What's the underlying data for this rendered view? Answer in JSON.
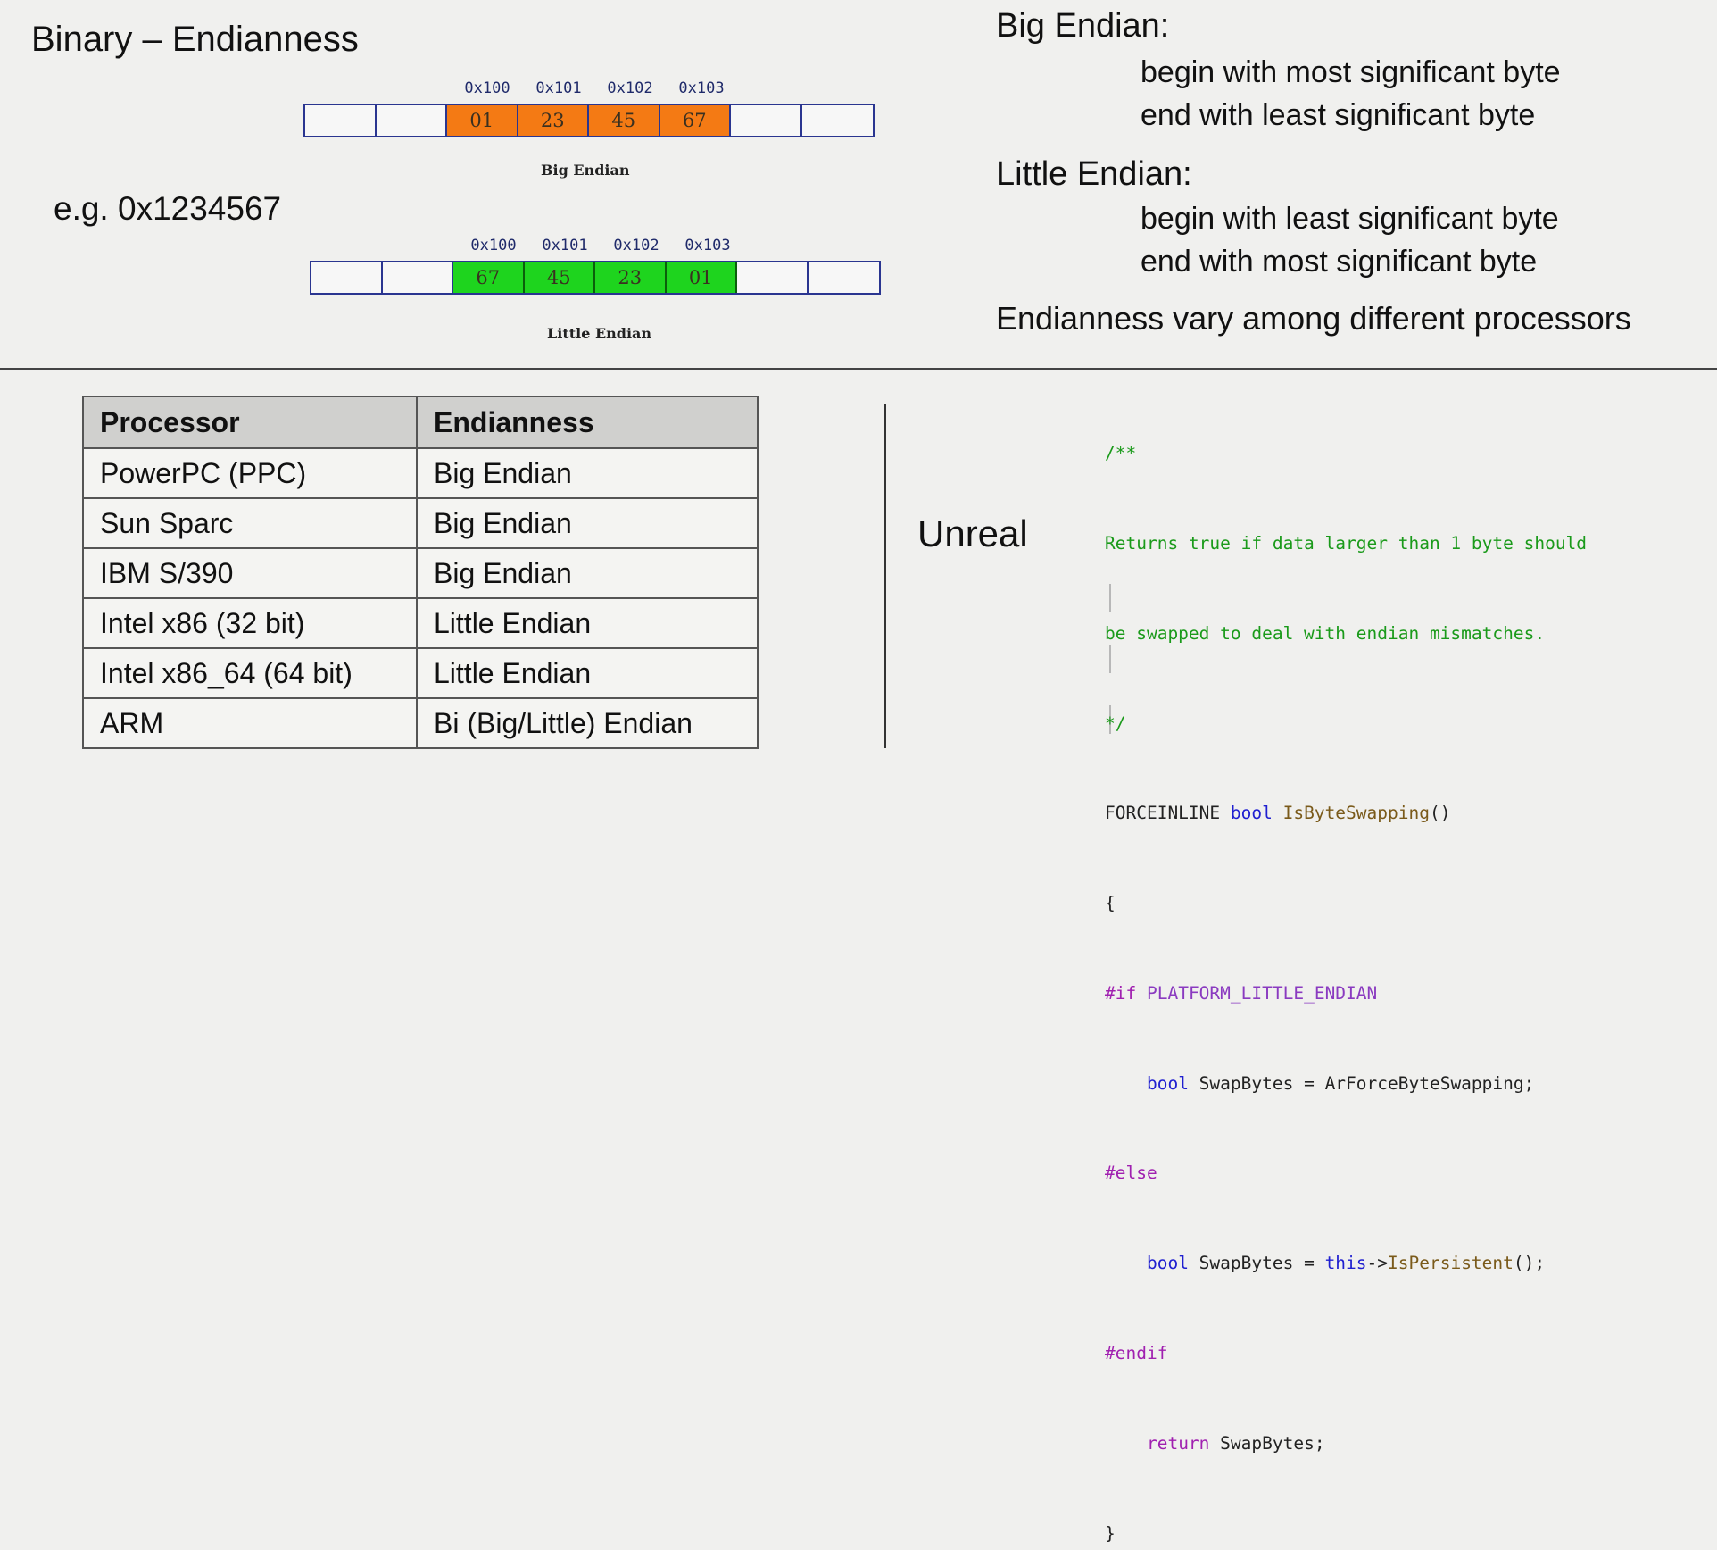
{
  "slide": {
    "title": "Binary – Endianness",
    "example": "e.g. 0x1234567"
  },
  "diagrams": {
    "addresses": [
      "0x100",
      "0x101",
      "0x102",
      "0x103"
    ],
    "big": {
      "bytes": [
        "01",
        "23",
        "45",
        "67"
      ],
      "caption": "Big Endian",
      "color": "#f47a14"
    },
    "little": {
      "bytes": [
        "67",
        "45",
        "23",
        "01"
      ],
      "caption": "Little Endian",
      "color": "#1ed41e"
    }
  },
  "notes": {
    "big_heading": "Big Endian:",
    "big_line1": "begin with most significant byte",
    "big_line2": "end with least significant byte",
    "little_heading": "Little Endian:",
    "little_line1": "begin with least significant byte",
    "little_line2": "end with most significant byte",
    "summary": "Endianness vary among different processors"
  },
  "table": {
    "headers": [
      "Processor",
      "Endianness"
    ],
    "rows": [
      [
        "PowerPC (PPC)",
        "Big Endian"
      ],
      [
        "Sun Sparc",
        "Big Endian"
      ],
      [
        "IBM S/390",
        "Big Endian"
      ],
      [
        "Intel x86 (32 bit)",
        "Little Endian"
      ],
      [
        "Intel x86_64 (64 bit)",
        "Little Endian"
      ],
      [
        "ARM",
        "Bi (Big/Little) Endian"
      ]
    ]
  },
  "unreal_label": "Unreal",
  "code": {
    "c1": "/**",
    "c2": "Returns true if data larger than 1 byte should",
    "c3": "be swapped to deal with endian mismatches.",
    "c4": "*/",
    "forceinline": "FORCEINLINE",
    "bool": "bool",
    "fname": "IsByteSwapping",
    "parens": "()",
    "open_brace": "{",
    "if_dir": "#if",
    "platform": "PLATFORM_LITTLE_ENDIAN",
    "swapbytes_decl": " SwapBytes = ",
    "arforce": "ArForceByteSwapping",
    "semicolon": ";",
    "else_dir": "#else",
    "this": "this",
    "arrow": "->",
    "ispersistent": "IsPersistent",
    "call_end": "();",
    "endif_dir": "#endif",
    "return_kw": "return",
    "return_val": " SwapBytes;",
    "close_brace": "}"
  }
}
